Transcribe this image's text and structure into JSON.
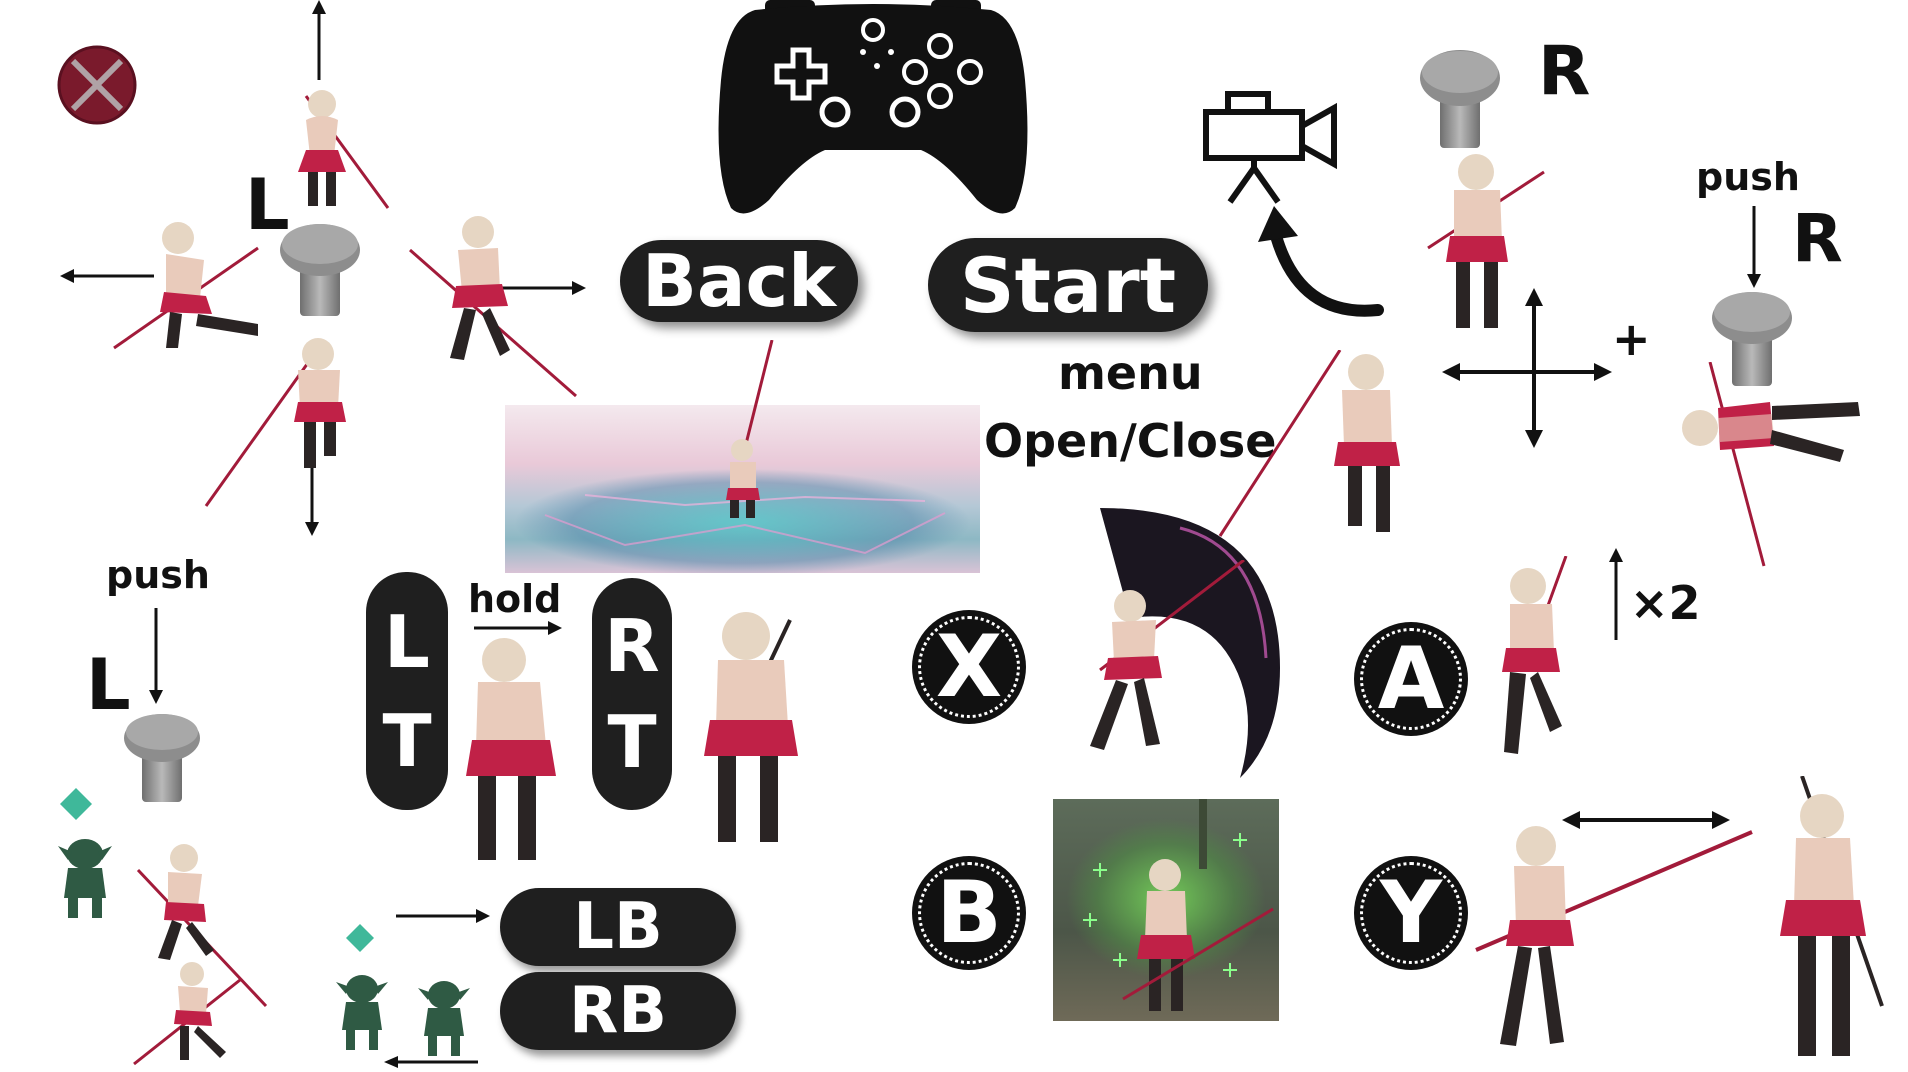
{
  "labels": {
    "l_stick": "L",
    "l_push": "L",
    "r_stick": "R",
    "r_push": "R",
    "push_left": "push",
    "push_right": "push",
    "hold": "hold",
    "menu": "menu",
    "open_close": "Open/Close",
    "plus": "+",
    "jump_times": "×2"
  },
  "buttons": {
    "back": "Back",
    "start": "Start",
    "lt_top": "L",
    "lt_bottom": "T",
    "rt_top": "R",
    "rt_bottom": "T",
    "lb": "LB",
    "rb": "RB",
    "x": "X",
    "a": "A",
    "b": "B",
    "y": "Y"
  },
  "icons": {
    "close": "close-icon",
    "gamepad": "gamepad-icon",
    "camera": "video-camera-icon",
    "stick": "analog-stick-icon",
    "enemy_marker": "diamond-icon"
  },
  "colors": {
    "pill_bg": "#1f1f1f",
    "close_circle": "#7a1a2c",
    "diamond": "#3fb89a",
    "skirt": "#c02147",
    "goblin": "#2f5a44"
  }
}
